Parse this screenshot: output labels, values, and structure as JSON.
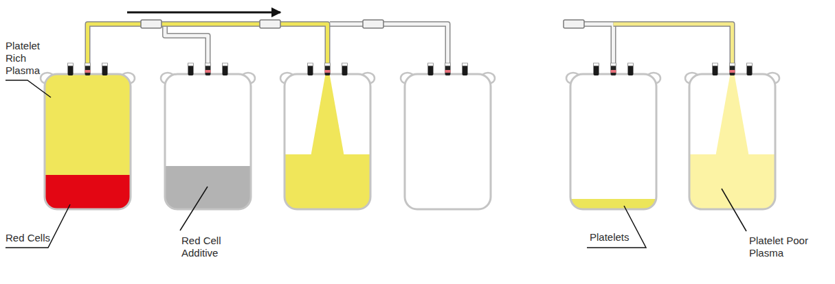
{
  "diagram": {
    "labels": [
      "Platelet Rich Plasma",
      "Red Cells",
      "Red Cell Additive",
      "Platelets",
      "Platelet Poor Plasma"
    ]
  }
}
